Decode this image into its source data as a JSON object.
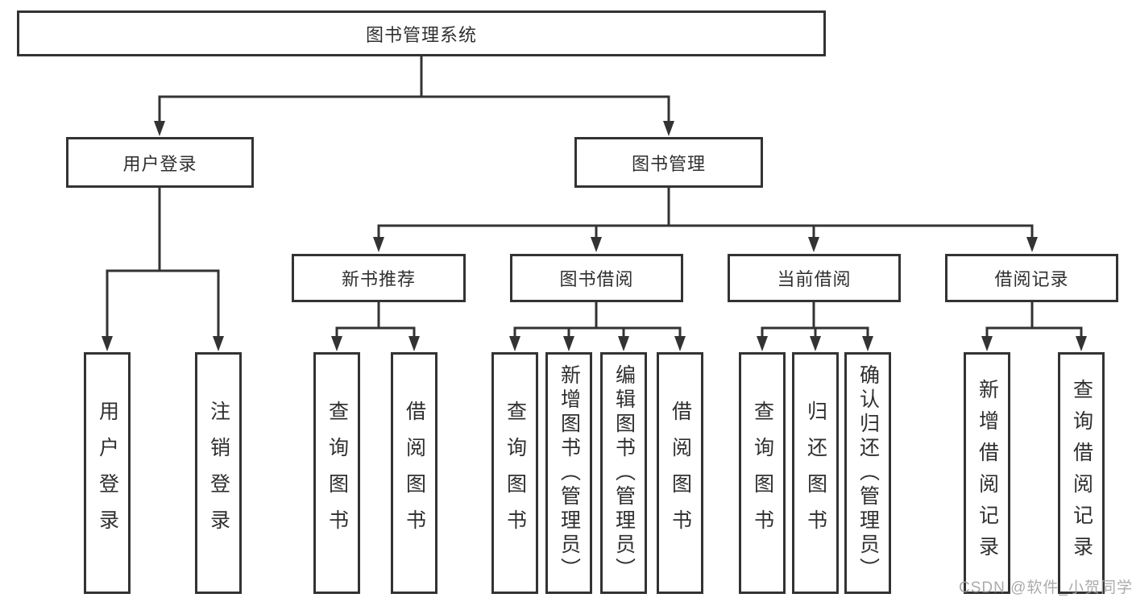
{
  "diagram": {
    "tree": {
      "label": "图书管理系统",
      "children": [
        {
          "label": "用户登录",
          "children": [
            {
              "label": "用户登录"
            },
            {
              "label": "注销登录"
            }
          ]
        },
        {
          "label": "图书管理",
          "children": [
            {
              "label": "新书推荐",
              "children": [
                {
                  "label": "查询图书"
                },
                {
                  "label": "借阅图书"
                }
              ]
            },
            {
              "label": "图书借阅",
              "children": [
                {
                  "label": "查询图书"
                },
                {
                  "label": "新增图书（管理员）"
                },
                {
                  "label": "编辑图书（管理员）"
                },
                {
                  "label": "借阅图书"
                }
              ]
            },
            {
              "label": "当前借阅",
              "children": [
                {
                  "label": "查询图书"
                },
                {
                  "label": "归还图书"
                },
                {
                  "label": "确认归还（管理员）"
                }
              ]
            },
            {
              "label": "借阅记录",
              "children": [
                {
                  "label": "新增借阅记录"
                },
                {
                  "label": "查询借阅记录"
                }
              ]
            }
          ]
        }
      ]
    }
  },
  "watermark": {
    "text": "CSDN @软件_小贺同学"
  },
  "colors": {
    "line": "#333333",
    "box_border": "#333333",
    "box_fill": "#ffffff",
    "text": "#2f2f2f",
    "watermark": "#a2a2a2",
    "background": "#ffffff"
  }
}
